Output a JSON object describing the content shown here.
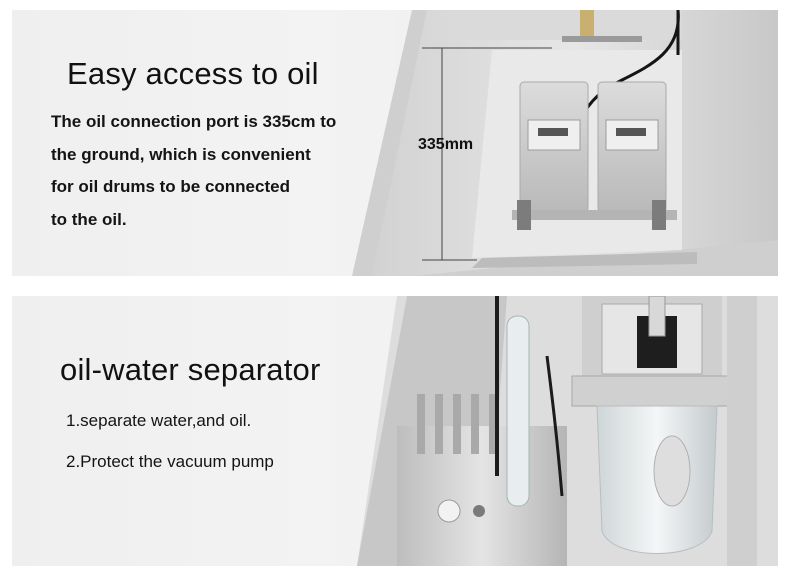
{
  "panels": [
    {
      "title": "Easy access to oil",
      "body_lines": [
        "The oil connection port is 335cm to",
        "the ground, which is convenient",
        "for oil drums to be connected",
        "to the oil."
      ],
      "measurement_label": "335mm"
    },
    {
      "title": "oil-water separator",
      "list": [
        "1.separate water,and oil.",
        "2.Protect the vacuum pump"
      ]
    }
  ]
}
